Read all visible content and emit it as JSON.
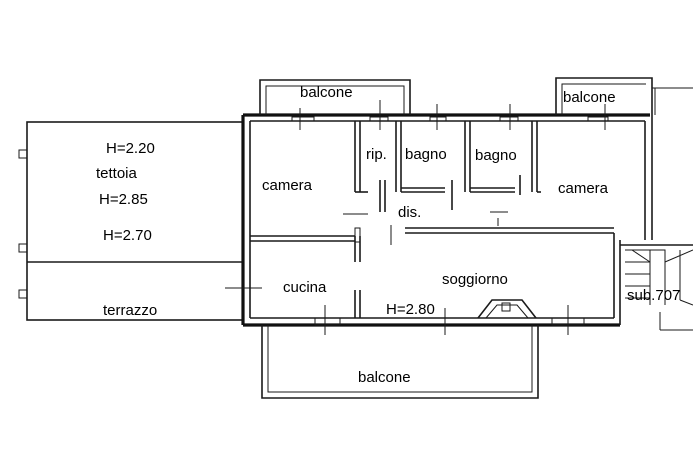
{
  "labels": {
    "balcone_top_left": "balcone",
    "balcone_top_right": "balcone",
    "balcone_bottom": "balcone",
    "rip": "rip.",
    "bagno_1": "bagno",
    "bagno_2": "bagno",
    "camera_left": "camera",
    "camera_right": "camera",
    "dis": "dis.",
    "cucina": "cucina",
    "soggiorno": "soggiorno",
    "h_soggiorno": "H=2.80",
    "terrazzo": "terrazzo",
    "tettoia": "tettoia",
    "h_220": "H=2.20",
    "h_285": "H=2.85",
    "h_270": "H=2.70",
    "sub": "sub.707"
  }
}
